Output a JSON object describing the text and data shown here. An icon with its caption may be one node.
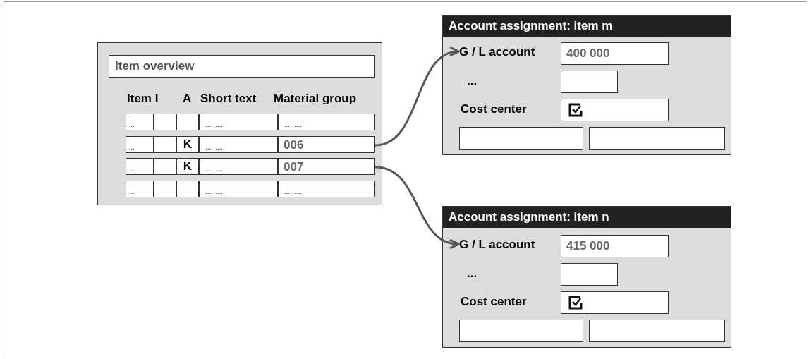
{
  "diagram": {
    "nodes": [
      {
        "text": [],
        "shape": "box"
      },
      {
        "text": [
          "Item overview"
        ],
        "in": 0
      },
      {
        "text": [
          "006"
        ],
        "in": 0
      },
      {
        "text": [
          "007"
        ],
        "in": 0
      },
      {
        "text": [
          "Account assignment: item m"
        ]
      },
      {
        "text": [
          "G / L account"
        ],
        "in": 4
      },
      {
        "text": [
          "400 000"
        ],
        "in": 4
      },
      {
        "text": [],
        "shape": "box",
        "in": 4
      },
      {
        "text": [],
        "shape": "box",
        "in": 4
      },
      {
        "text": [],
        "shape": "box",
        "in": 4
      },
      {
        "text": [],
        "shape": "box",
        "in": 4
      },
      {
        "text": [
          "Account assignment: item n"
        ]
      },
      {
        "text": [
          "G / L account"
        ],
        "in": 11
      },
      {
        "text": [
          "415 000"
        ],
        "in": 11
      },
      {
        "text": [],
        "shape": "box",
        "in": 11
      },
      {
        "text": [],
        "shape": "box",
        "in": 11
      },
      {
        "text": [],
        "shape": "box",
        "in": 11
      },
      {
        "text": [],
        "shape": "box",
        "in": 11
      }
    ],
    "edges": [
      {
        "from": 2,
        "to": 5,
        "arrow": "to"
      },
      {
        "from": 3,
        "to": 12,
        "arrow": "to"
      }
    ],
    "labels": [
      "Item I",
      "A",
      "Short text",
      "Material group",
      "....",
      ".........",
      ".........",
      "....",
      "K",
      ".........",
      "....",
      "K",
      ".........",
      "....",
      ".........",
      ".........",
      "...",
      "Cost center",
      "...",
      "Cost center"
    ]
  }
}
